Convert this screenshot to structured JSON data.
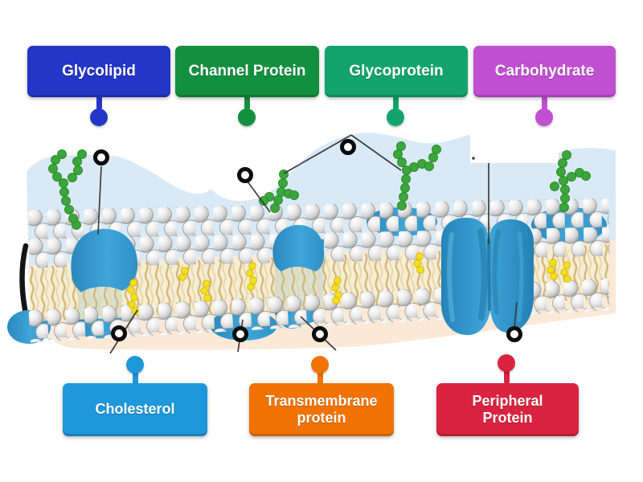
{
  "labels": {
    "top": [
      {
        "text": "Glycolipid",
        "color": "#2436c8"
      },
      {
        "text": "Channel Protein",
        "color": "#13903f"
      },
      {
        "text": "Glycoprotein",
        "color": "#13a46e"
      },
      {
        "text": "Carbohydrate",
        "color": "#c14fd2"
      }
    ],
    "bottom": [
      {
        "text": "Cholesterol",
        "color": "#1e97db"
      },
      {
        "text": "Transmembrane protein",
        "color": "#f17304"
      },
      {
        "text": "Peripheral Protein",
        "color": "#da2340"
      }
    ]
  },
  "palette": {
    "extracellular_fluid": "#d9eaf6",
    "cytoplasm": "#fbe9d7",
    "protein_blue": "#2e93c6",
    "carbohydrate_chain_green": "#3ba63b",
    "cholesterol_yellow": "#f5df1e",
    "lipid_head_gray": "#c9c9c9",
    "lipid_tail_tan": "#d3b678",
    "target_ring_black": "#0b0b0b",
    "pointer_line": "#3d3d3d"
  }
}
